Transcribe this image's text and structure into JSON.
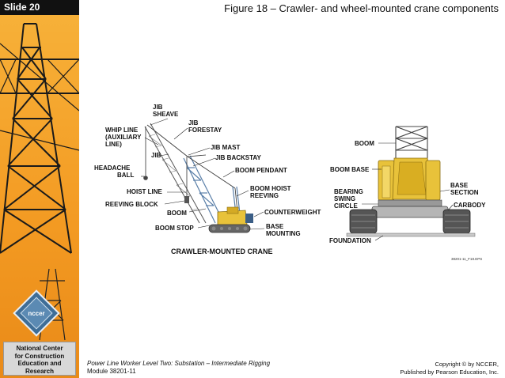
{
  "slide": {
    "number": "Slide 20"
  },
  "header": {
    "title": "Figure 18 – Crawler- and wheel-mounted crane components"
  },
  "sidebar": {
    "logo_icon": "nccer-logo",
    "org_lines": [
      "National Center",
      "for Construction",
      "Education and",
      "Research"
    ]
  },
  "figure": {
    "crawler_caption": "CRAWLER-MOUNTED CRANE",
    "figure_number": "38201-11_F18.EPS",
    "crawler_labels": {
      "jib_sheave": [
        "JIB",
        "SHEAVE"
      ],
      "jib_forestay": [
        "JIB",
        "FORESTAY"
      ],
      "whip_line": [
        "WHIP LINE",
        "(AUXILIARY",
        "LINE)"
      ],
      "jib_mast": "JIB MAST",
      "jib": "JIB",
      "jib_backstay": "JIB BACKSTAY",
      "headache_ball": [
        "HEADACHE",
        "BALL"
      ],
      "boom_pendant": "BOOM PENDANT",
      "hoist_line": "HOIST LINE",
      "boom_hoist_reeving": [
        "BOOM HOIST",
        "REEVING"
      ],
      "reeving_block": "REEVING BLOCK",
      "boom": "BOOM",
      "counterweight": "COUNTERWEIGHT",
      "boom_stop": "BOOM STOP",
      "base_mounting": [
        "BASE",
        "MOUNTING"
      ]
    },
    "wheel_labels": {
      "boom": "BOOM",
      "boom_base": "BOOM BASE",
      "bearing_swing_circle": [
        "BEARING",
        "SWING",
        "CIRCLE"
      ],
      "base_section": [
        "BASE",
        "SECTION"
      ],
      "carbody": "CARBODY",
      "foundation": "FOUNDATION"
    }
  },
  "footer": {
    "course": "Power Line Worker Level Two: Substation – Intermediate Rigging",
    "module": "Module 38201-11",
    "copyright": "Copyright © by NCCER,",
    "publisher": "Published by Pearson Education, Inc."
  },
  "colors": {
    "sidebar_orange": "#f5a02a",
    "crane_yellow": "#e8c23a",
    "steel_blue": "#5a7fa8"
  }
}
